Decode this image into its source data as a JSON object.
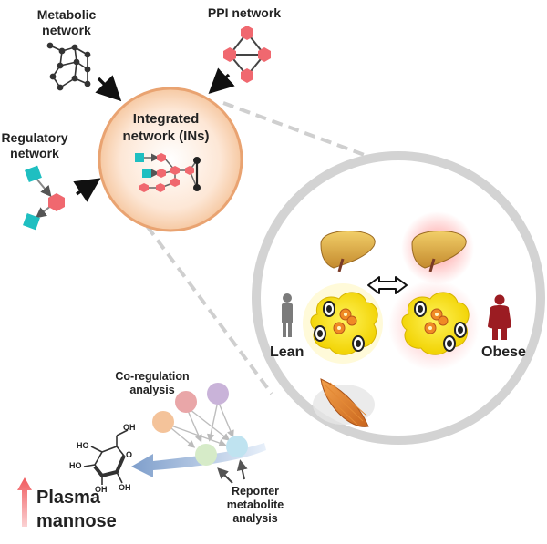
{
  "labels": {
    "metabolic": [
      "Metabolic",
      "network"
    ],
    "ppi": "PPI network",
    "regulatory": [
      "Regulatory",
      "network"
    ],
    "integrated": [
      "Integrated",
      "network (INs)"
    ],
    "lean": "Lean",
    "obese": "Obese",
    "coreg": [
      "Co-regulation",
      "analysis"
    ],
    "reporter": [
      "Reporter",
      "metabolite",
      "analysis"
    ],
    "plasma": [
      "Plasma",
      "mannose"
    ]
  },
  "glucose_ring": {
    "atoms": [
      "OH",
      "OH",
      "HO",
      "HO",
      "OH",
      "O"
    ]
  },
  "colors": {
    "teal": "#1fbfc1",
    "salmon": "#f0686f",
    "peach_fill": "#fde3cf",
    "peach_stroke": "#e9a371",
    "gray_ring": "#cfcfcf",
    "up_arrow": "#f27c7e",
    "blue_arrow": "#8aa8cf"
  }
}
